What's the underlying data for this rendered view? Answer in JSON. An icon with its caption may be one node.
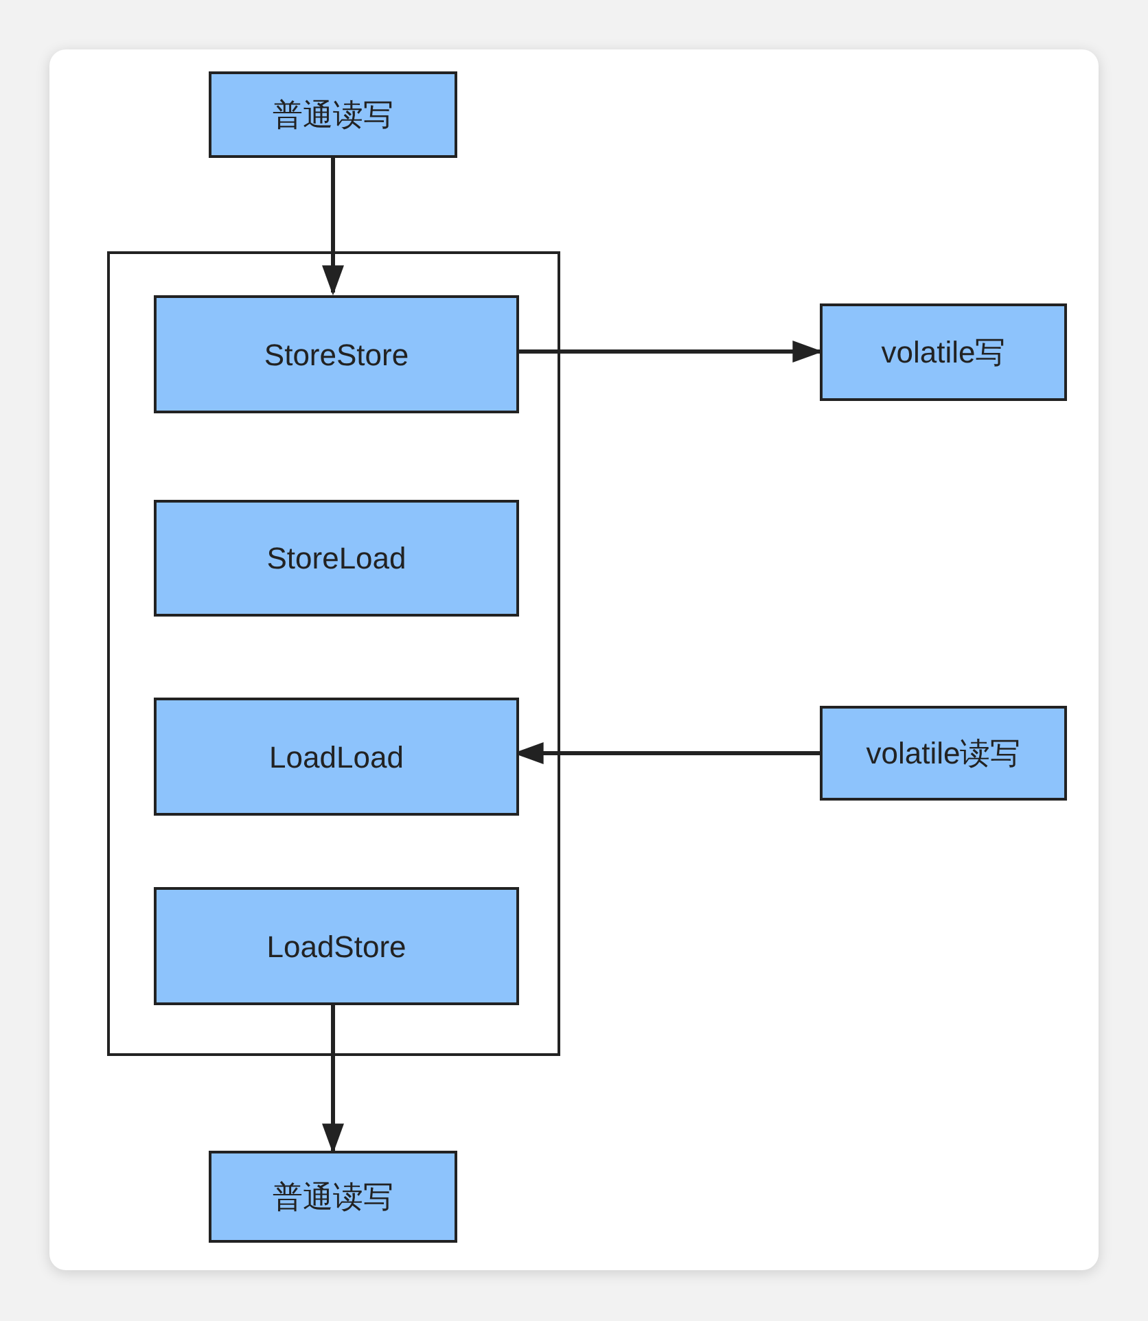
{
  "diagram": {
    "nodes": [
      {
        "text": [
          "普通读写"
        ]
      },
      {
        "text": [],
        "shape": "box"
      },
      {
        "text": [
          "StoreStore"
        ],
        "in": 1
      },
      {
        "text": [
          "StoreLoad"
        ],
        "in": 1
      },
      {
        "text": [
          "LoadLoad"
        ],
        "in": 1
      },
      {
        "text": [
          "LoadStore"
        ],
        "in": 1
      },
      {
        "text": [
          "volatile写"
        ]
      },
      {
        "text": [
          "volatile读写"
        ]
      },
      {
        "text": [
          "普通读写"
        ]
      }
    ],
    "edges": [
      {
        "from": 0,
        "to": 2,
        "arrow": "to"
      },
      {
        "from": 2,
        "to": 6,
        "arrow": "to"
      },
      {
        "from": 7,
        "to": 4,
        "arrow": "to"
      },
      {
        "from": 5,
        "to": 8,
        "arrow": "to"
      }
    ]
  }
}
